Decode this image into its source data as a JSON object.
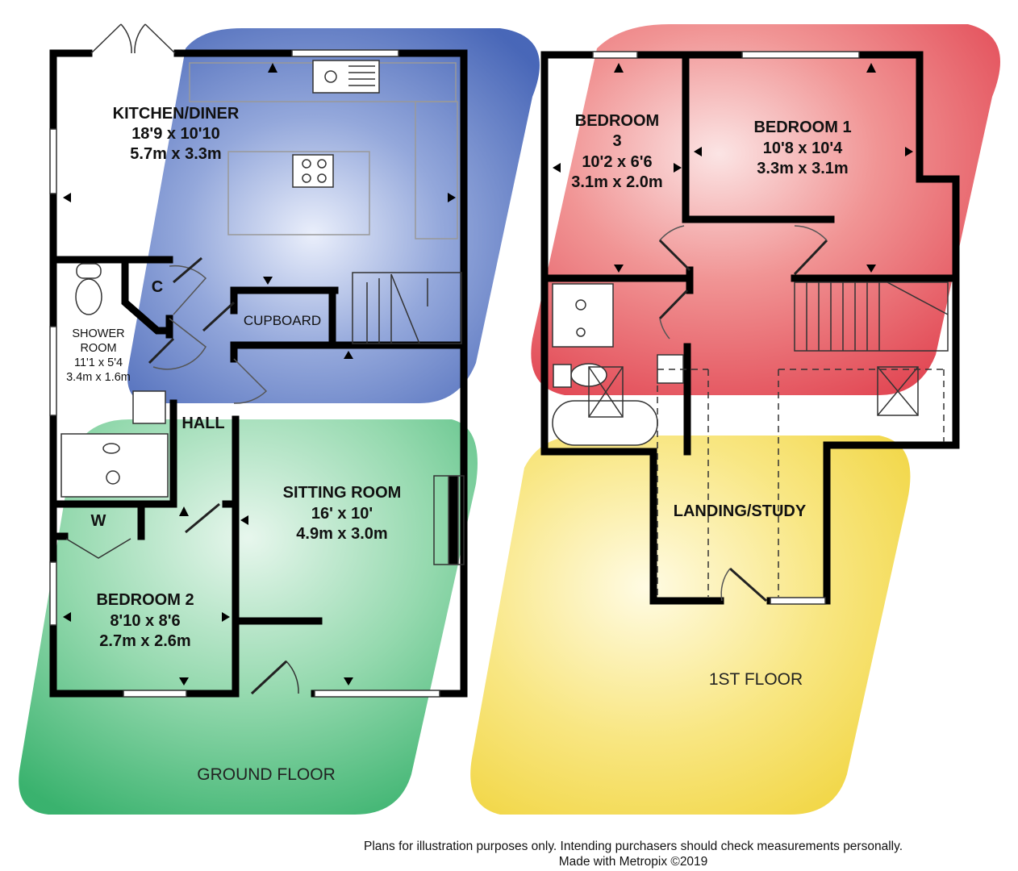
{
  "floors": {
    "ground": {
      "label": "GROUND FLOOR",
      "color": "#2fb36b",
      "rooms": {
        "kitchen": {
          "name": "KITCHEN/DINER",
          "imperial": "18'9 x 10'10",
          "metric": "5.7m x 3.3m"
        },
        "shower": {
          "name1": "SHOWER",
          "name2": "ROOM",
          "imperial": "11'1 x 5'4",
          "metric": "3.4m x 1.6m"
        },
        "cupboard": {
          "name": "CUPBOARD"
        },
        "c": {
          "name": "C"
        },
        "hall": {
          "name": "HALL"
        },
        "sitting": {
          "name": "SITTING ROOM",
          "imperial": "16' x 10'",
          "metric": "4.9m x 3.0m"
        },
        "wardrobe": {
          "name": "W"
        },
        "bedroom2": {
          "name": "BEDROOM 2",
          "imperial": "8'10 x 8'6",
          "metric": "2.7m x 2.6m"
        }
      }
    },
    "first": {
      "label": "1ST FLOOR",
      "rooms": {
        "bedroom3": {
          "name1": "BEDROOM",
          "name2": "3",
          "imperial": "10'2 x 6'6",
          "metric": "3.1m x 2.0m"
        },
        "bedroom1": {
          "name": "BEDROOM 1",
          "imperial": "10'8 x 10'4",
          "metric": "3.3m x 3.1m"
        },
        "landing": {
          "name": "LANDING/STUDY"
        }
      }
    }
  },
  "colors": {
    "kitchen_zone": "#3f62b8",
    "ground_zone": "#2fb36b",
    "first_top_zone": "#e8434f",
    "first_bottom_zone": "#f3d83a",
    "wall": "#000000"
  },
  "disclaimer": {
    "line1": "Plans for illustration purposes only. Intending purchasers should check measurements personally.",
    "line2": "Made with Metropix ©2019"
  }
}
